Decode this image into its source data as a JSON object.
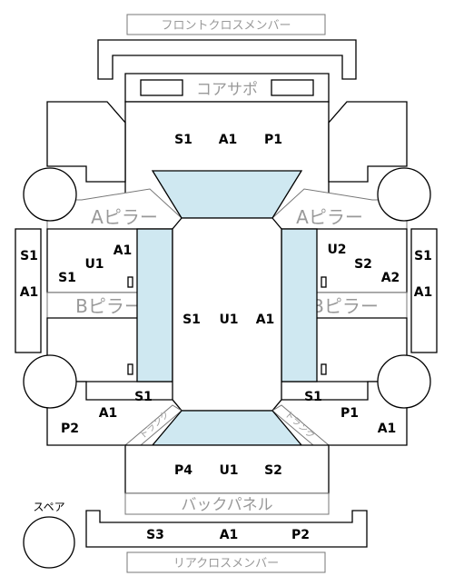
{
  "parts": {
    "front_cross_member": "フロントクロスメンバー",
    "core_support": "コアサポ",
    "a_pillar": "Aピラー",
    "b_pillar": "Bピラー",
    "back_panel": "バックパネル",
    "rear_cross_member": "リアクロスメンバー",
    "spare": "スペア",
    "trunk_left": "トランク",
    "trunk_right": "トランク"
  },
  "codes": {
    "front_section": [
      "S1",
      "A1",
      "P1"
    ],
    "left_door": [
      "S1",
      "A1"
    ],
    "right_door": [
      "S1",
      "A1"
    ],
    "left_front_fender": [
      "A1",
      "U1",
      "S1"
    ],
    "right_front_fender": [
      "U2",
      "S2",
      "A2"
    ],
    "roof": [
      "S1",
      "U1",
      "A1"
    ],
    "left_rear_quarter": [
      "S1",
      "A1",
      "P2"
    ],
    "right_rear_quarter": [
      "S1",
      "P1",
      "A1"
    ],
    "rear_section": [
      "P4",
      "U1",
      "S2"
    ],
    "rear_bumper": [
      "S3",
      "A1",
      "P2"
    ]
  }
}
